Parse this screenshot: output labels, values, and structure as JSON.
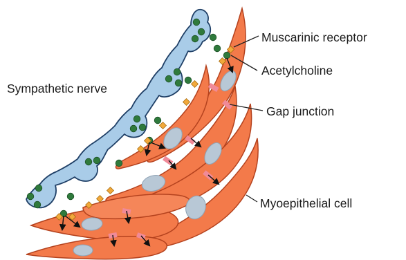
{
  "labels": {
    "muscarinic_receptor": "Muscarinic receptor",
    "acetylcholine": "Acetylcholine",
    "sympathetic_nerve": "Sympathetic nerve",
    "gap_junction": "Gap junction",
    "myoepithelial_cell": "Myoepithelial cell"
  },
  "colors": {
    "nerve_fill": "#a9cce8",
    "nerve_stroke": "#1f3f66",
    "cell_fill": "#f37a4a",
    "cell_stroke": "#b4421e",
    "nucleus_fill": "#b8c8d6",
    "vesicle_fill": "#2f7a3c",
    "receptor_fill": "#f2a93b",
    "gap_junction_fill": "#f08a98",
    "arrow": "#111111",
    "leader_line": "#222222"
  }
}
